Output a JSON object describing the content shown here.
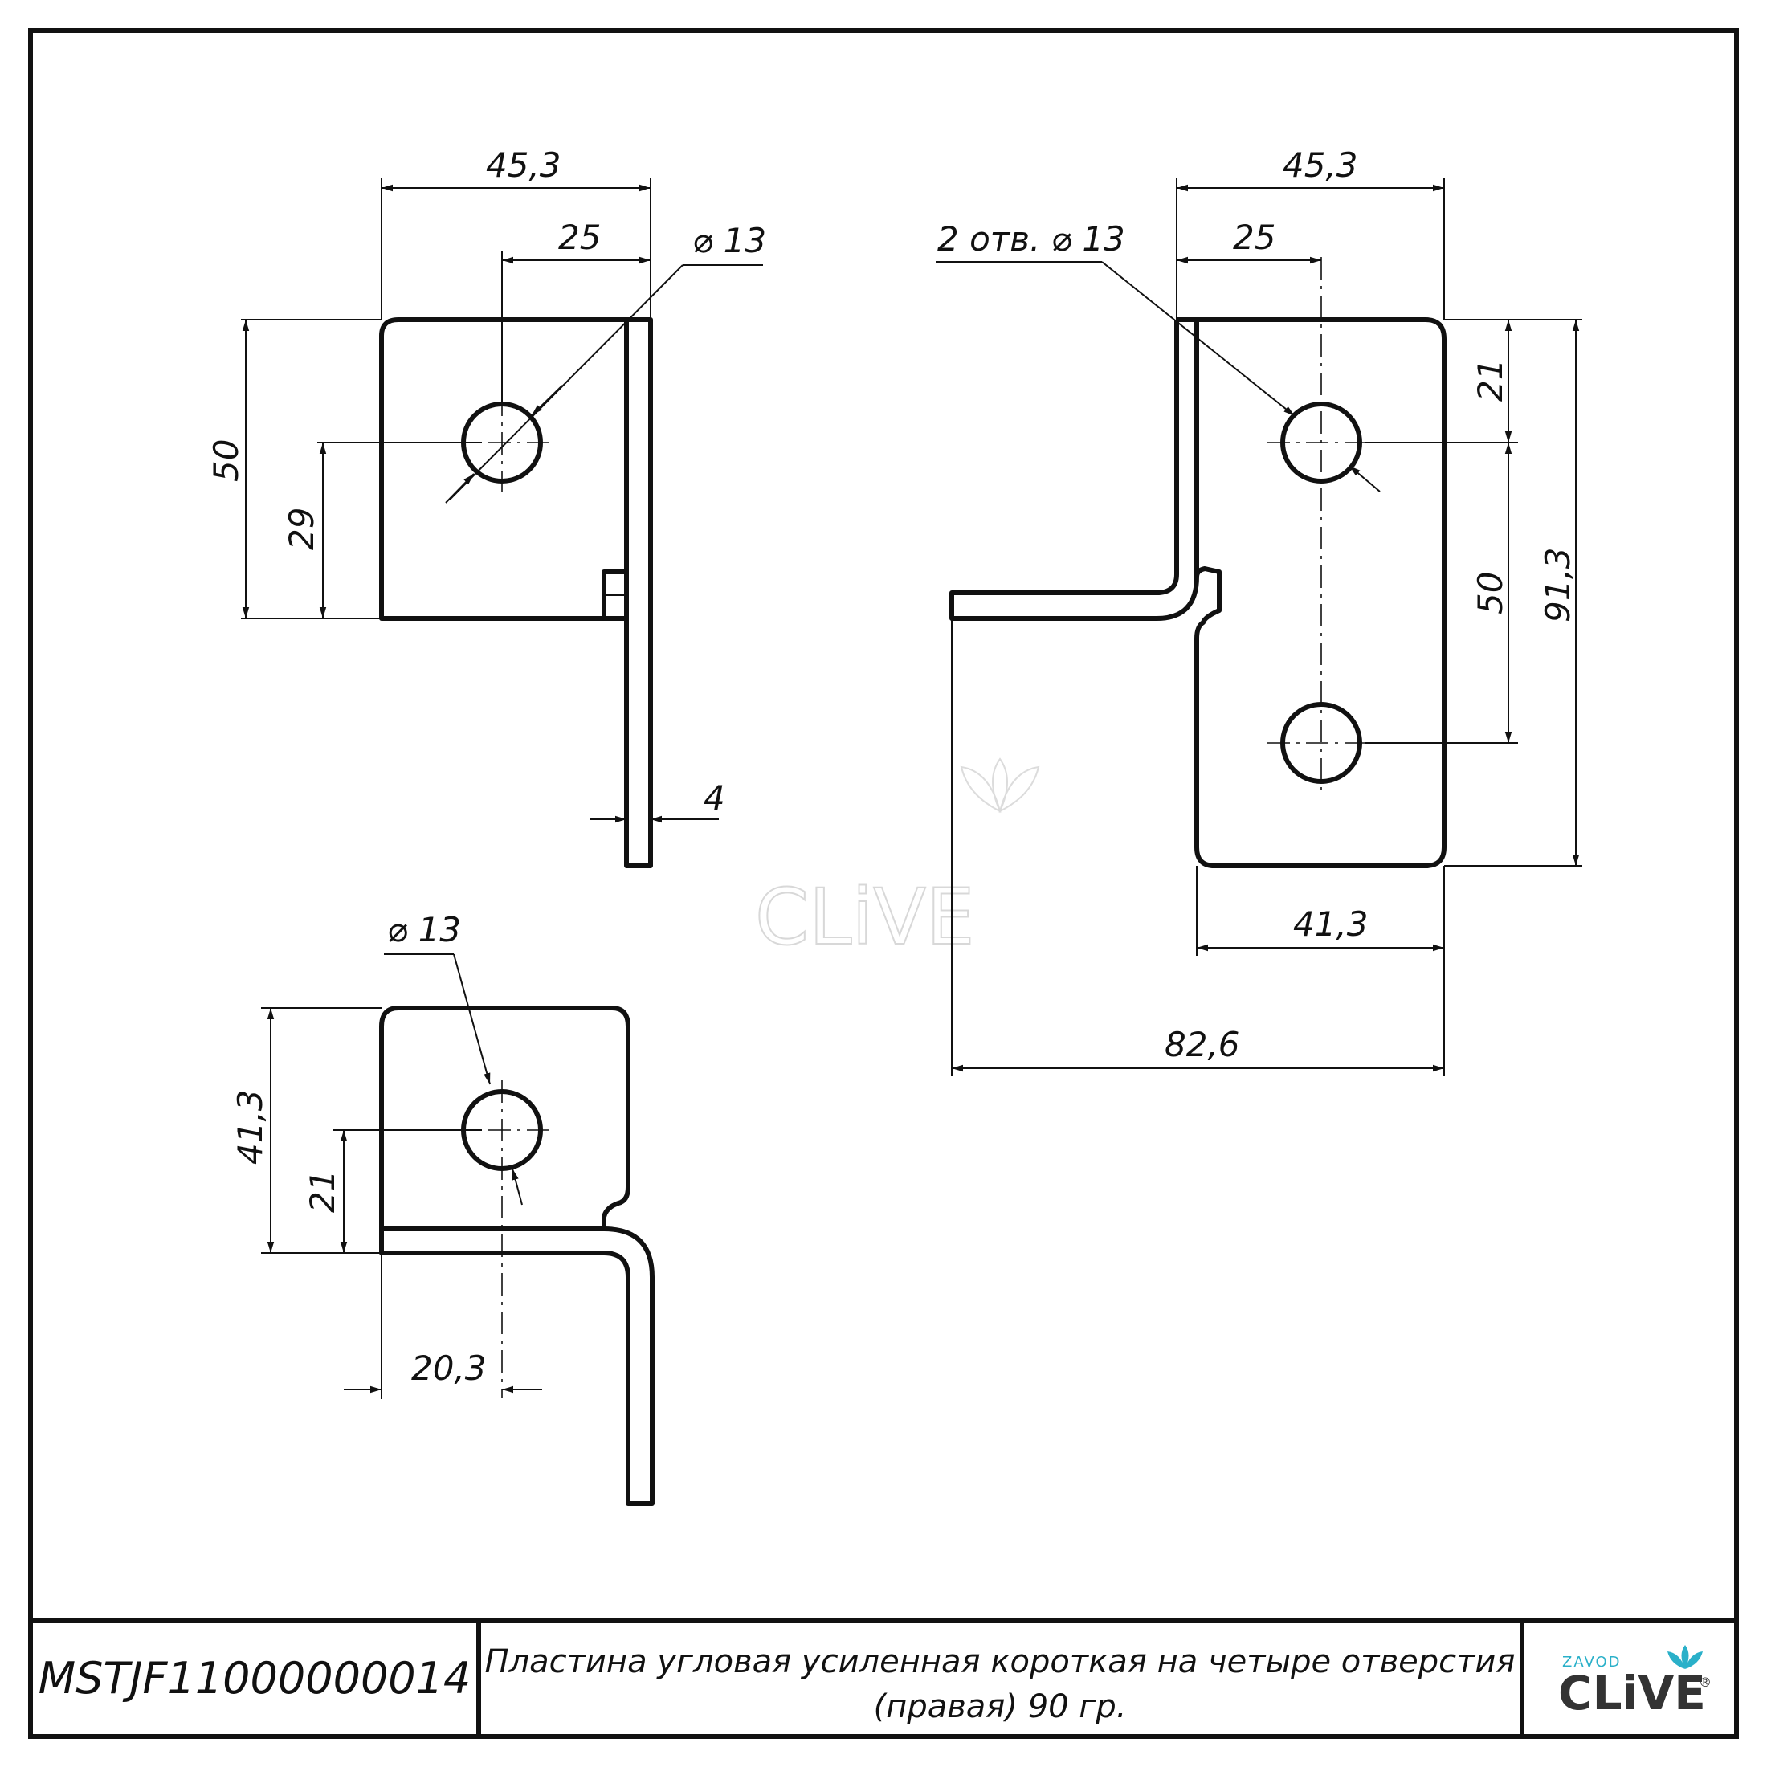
{
  "view1": {
    "dim_width": "45,3",
    "dim_hole_offset": "25",
    "dim_hole": "⌀ 13",
    "dim_height": "50",
    "dim_hole_height": "29",
    "dim_thickness": "4"
  },
  "view2": {
    "dim_width": "45,3",
    "dim_hole_offset": "25",
    "dim_holes_note": "2 отв. ⌀ 13",
    "dim_top_hole": "21",
    "dim_hole_spacing": "50",
    "dim_total_height": "91,3",
    "dim_plate_width": "41,3",
    "dim_overall_width": "82,6"
  },
  "view3": {
    "dim_hole": "⌀ 13",
    "dim_height": "41,3",
    "dim_hole_height": "21",
    "dim_hole_offset": "20,3"
  },
  "watermark": "CLiVE",
  "title_block": {
    "part_code": "MSTJF11000000014",
    "title_line1": "Пластина угловая усиленная короткая на четыре отверстия",
    "title_line2": "(правая) 90 гр.",
    "logo_small": "ZAVOD",
    "logo_big": "CLiVE",
    "logo_reg": "®"
  },
  "colors": {
    "ink": "#111111",
    "logo_accent": "#2ab0c9"
  }
}
